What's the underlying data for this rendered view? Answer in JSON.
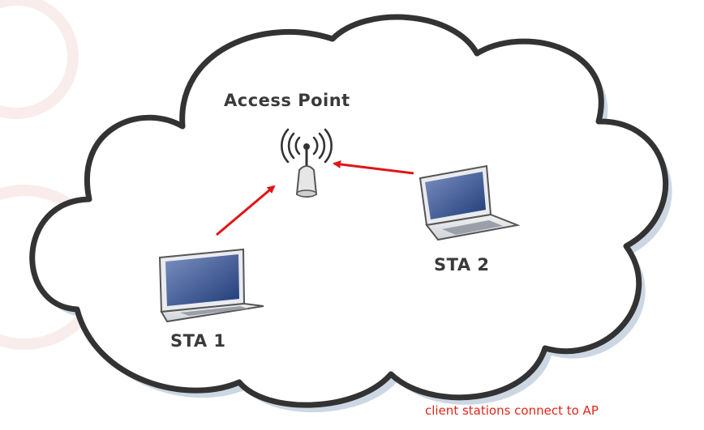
{
  "diagram": {
    "access_point_label": "Access Point",
    "station_1_label": "STA 1",
    "station_2_label": "STA 2",
    "caption": "client stations connect to AP"
  },
  "colors": {
    "arrow": "#e01515",
    "caption": "#e0261a",
    "cloud_fill": "#ffffff",
    "cloud_outline": "#333333",
    "cloud_shadow": "#c9d4e0",
    "label_text": "#3a3a3a"
  },
  "icons": {
    "access_point": "access-point-antenna-icon",
    "station_1": "laptop-icon",
    "station_2": "laptop-icon"
  }
}
